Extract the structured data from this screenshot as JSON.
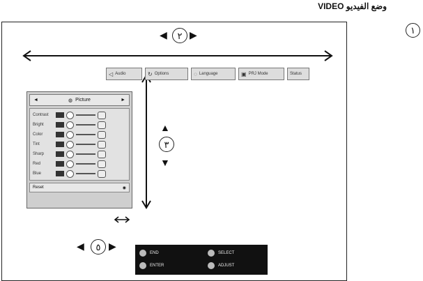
{
  "title": "وضع الفيديو VIDEO",
  "corner_number": "١",
  "callouts": {
    "top": "٢",
    "right": "٣",
    "bottom": "٥"
  },
  "tabs": [
    {
      "label": "Audio",
      "icon": "speaker-icon"
    },
    {
      "label": "Options",
      "icon": "options-icon"
    },
    {
      "label": "Language",
      "icon": "speech-bubble-icon"
    },
    {
      "label": "PRJ Mode",
      "icon": "projector-icon"
    },
    {
      "label": "Status",
      "icon": ""
    }
  ],
  "menu": {
    "title": "Picture",
    "items": [
      {
        "label": "Contrast"
      },
      {
        "label": "Bright"
      },
      {
        "label": "Color"
      },
      {
        "label": "Tint"
      },
      {
        "label": "Sharp"
      },
      {
        "label": "Red"
      },
      {
        "label": "Blue"
      }
    ],
    "reset": "Reset"
  },
  "help": {
    "exit": "END",
    "enter": "ENTER",
    "select": "SELECT",
    "adjust": "ADJUST"
  }
}
